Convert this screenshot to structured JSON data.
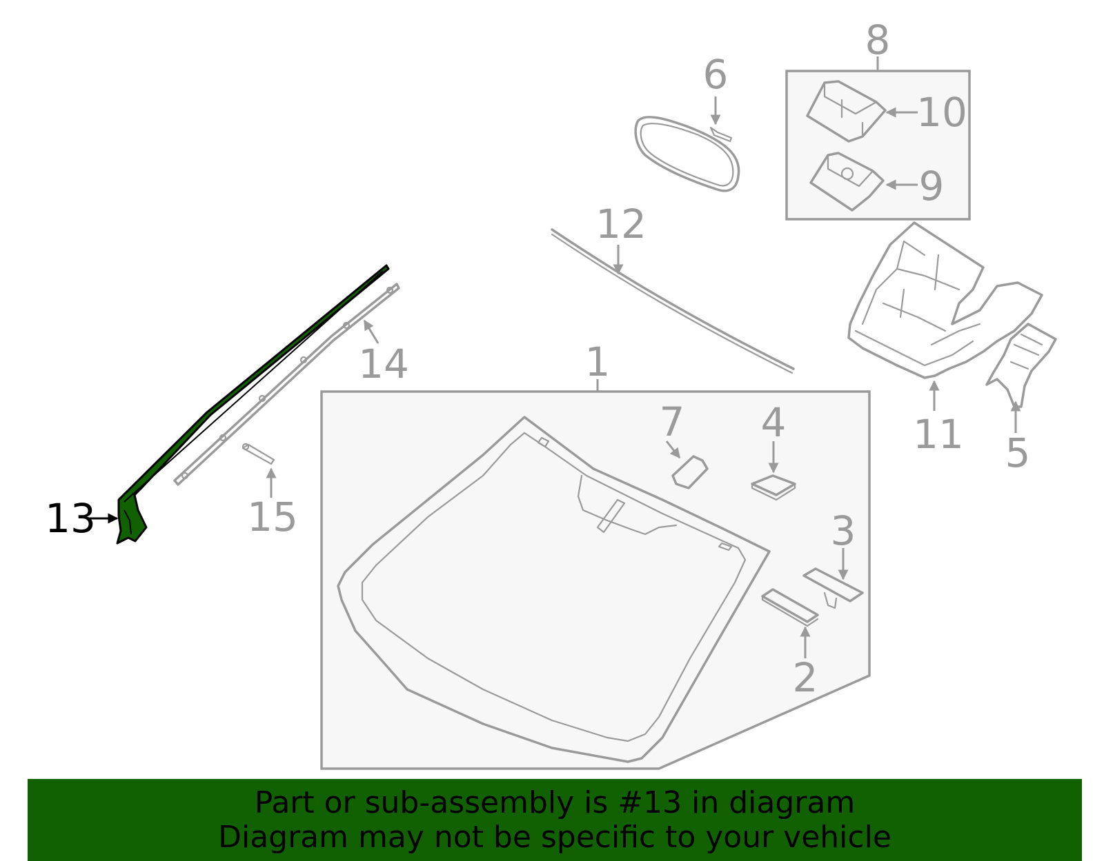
{
  "callouts": {
    "c1": "1",
    "c2": "2",
    "c3": "3",
    "c4": "4",
    "c5": "5",
    "c6": "6",
    "c7": "7",
    "c8": "8",
    "c9": "9",
    "c10": "10",
    "c11": "11",
    "c12": "12",
    "c13": "13",
    "c14": "14",
    "c15": "15"
  },
  "highlight": {
    "part": "13",
    "color": "#126100"
  },
  "colors": {
    "line": "#9a9a9a",
    "box_fill": "#f7f7f7",
    "banner": "#126100"
  },
  "banner": {
    "line1": "Part or sub-assembly is #13 in diagram",
    "line2": "Diagram may not be specific to your vehicle"
  }
}
